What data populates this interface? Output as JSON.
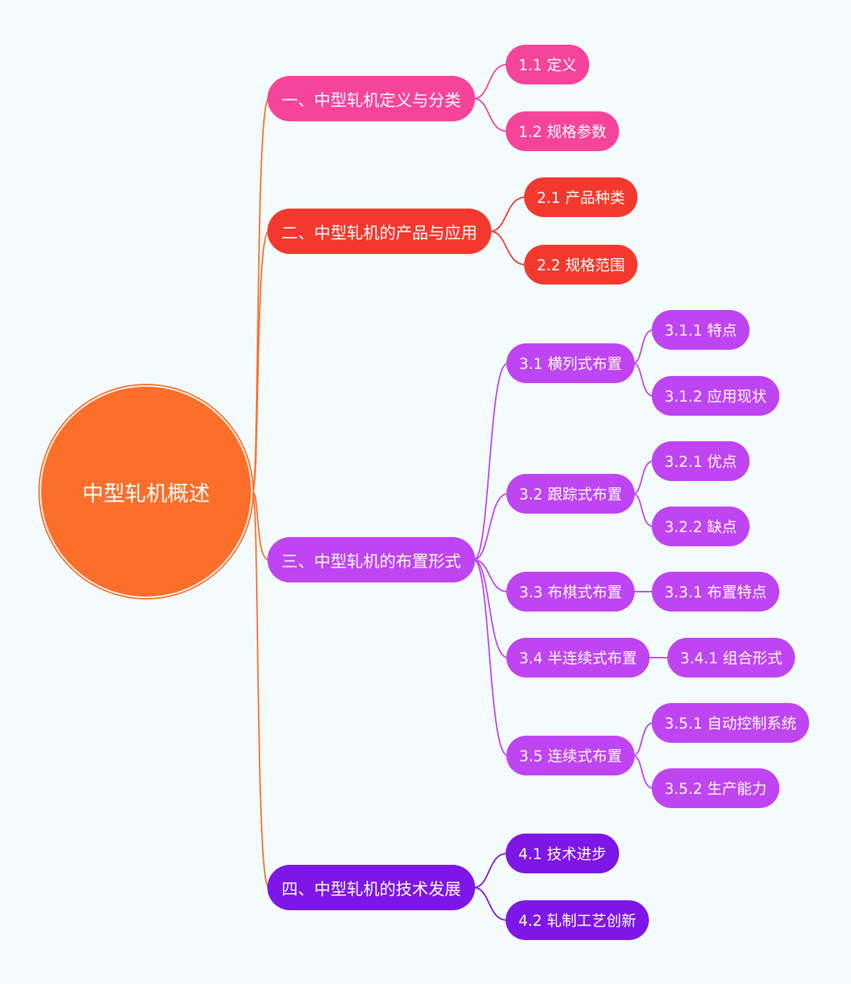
{
  "root": {
    "label": "中型轧机概述",
    "color": "#fb6f2a"
  },
  "branches": [
    {
      "label": "一、中型轧机定义与分类",
      "color": "#f6449a",
      "children": [
        {
          "label": "1.1 定义"
        },
        {
          "label": "1.2 规格参数"
        }
      ]
    },
    {
      "label": "二、中型轧机的产品与应用",
      "color": "#f3392e",
      "children": [
        {
          "label": "2.1 产品种类"
        },
        {
          "label": "2.2 规格范围"
        }
      ]
    },
    {
      "label": "三、中型轧机的布置形式",
      "color": "#bf44f2",
      "children": [
        {
          "label": "3.1 横列式布置",
          "children": [
            {
              "label": "3.1.1 特点"
            },
            {
              "label": "3.1.2 应用现状"
            }
          ]
        },
        {
          "label": "3.2 跟踪式布置",
          "children": [
            {
              "label": "3.2.1 优点"
            },
            {
              "label": "3.2.2 缺点"
            }
          ]
        },
        {
          "label": "3.3 布棋式布置",
          "children": [
            {
              "label": "3.3.1 布置特点"
            }
          ]
        },
        {
          "label": "3.4 半连续式布置",
          "children": [
            {
              "label": "3.4.1 组合形式"
            }
          ]
        },
        {
          "label": "3.5 连续式布置",
          "children": [
            {
              "label": "3.5.1 自动控制系统"
            },
            {
              "label": "3.5.2 生产能力"
            }
          ]
        }
      ]
    },
    {
      "label": "四、中型轧机的技术发展",
      "color": "#7d16e6",
      "children": [
        {
          "label": "4.1 技术进步"
        },
        {
          "label": "4.2 轧制工艺创新"
        }
      ]
    }
  ]
}
